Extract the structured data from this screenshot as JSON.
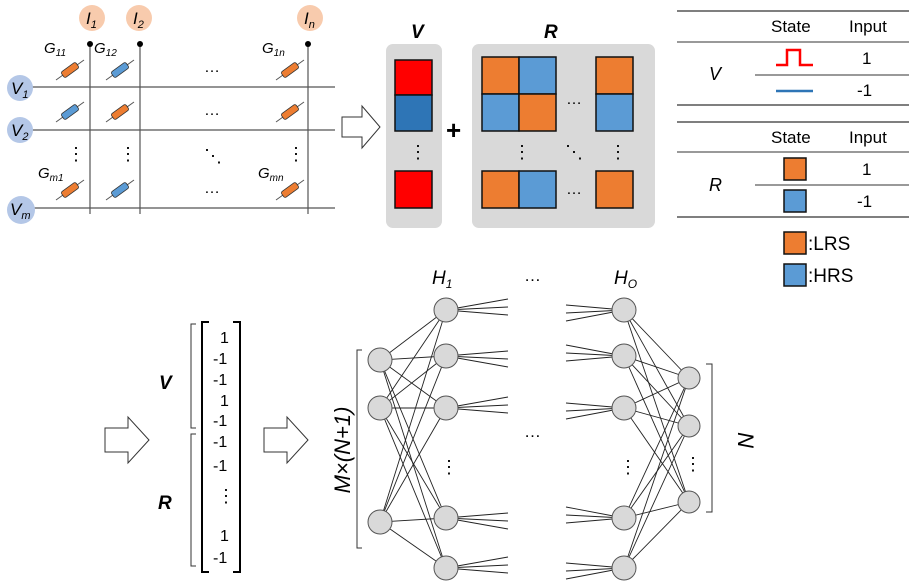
{
  "crossbar": {
    "currents": [
      {
        "base": "I",
        "sub": "1"
      },
      {
        "base": "I",
        "sub": "2"
      },
      {
        "base": "I",
        "sub": "n"
      }
    ],
    "voltages": [
      {
        "base": "V",
        "sub": "1"
      },
      {
        "base": "V",
        "sub": "2"
      },
      {
        "base": "V",
        "sub": "m"
      }
    ],
    "conductances": [
      {
        "base": "G",
        "sub": "11"
      },
      {
        "base": "G",
        "sub": "12"
      },
      {
        "base": "G",
        "sub": "1n"
      },
      {
        "base": "G",
        "sub": "m1"
      },
      {
        "base": "G",
        "sub": "mn"
      }
    ],
    "ellipsis_h": "…",
    "ellipsis_v": "⋮",
    "ellipsis_d": "⋱"
  },
  "matrix": {
    "v_title": "V",
    "r_title": "R",
    "plus": "+",
    "ellipsis_h": "…",
    "ellipsis_v": "⋮",
    "ellipsis_d": "⋱"
  },
  "legend_table": {
    "header_state": "State",
    "header_input": "Input",
    "v_label": "V",
    "r_label": "R",
    "v_rows": [
      "1",
      "-1"
    ],
    "r_rows": [
      "1",
      "-1"
    ],
    "lrs_label": ":LRS",
    "hrs_label": ":HRS"
  },
  "vector": {
    "v_label": "V",
    "r_label": "R",
    "values": [
      "1",
      "-1",
      "-1",
      "1",
      "-1",
      "-1",
      "-1",
      "⋮",
      "1",
      "-1"
    ]
  },
  "network": {
    "h1": {
      "base": "H",
      "sub": "1"
    },
    "ho": {
      "base": "H",
      "sub": "O"
    },
    "dots": "…",
    "input_label": "M×(N+1)",
    "output_label": "N",
    "vdots": "⋮"
  },
  "colors": {
    "lrs": "#ed7d31",
    "hrs": "#5b9bd5",
    "v_on": "#ff0000",
    "v_off": "#2e75b6",
    "pulse": "#ff0000",
    "panel": "#d9d9d9",
    "current_bubble": "#f8cbad",
    "voltage_bubble": "#b4c7e7",
    "node": "#d9d9d9"
  }
}
